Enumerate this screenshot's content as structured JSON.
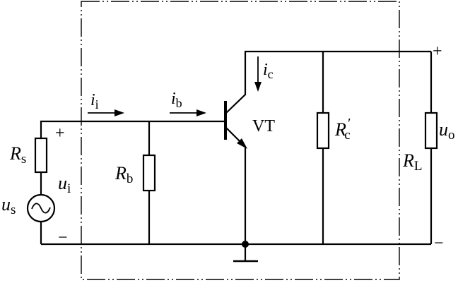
{
  "labels": {
    "rs": {
      "sym": "R",
      "sub": "s"
    },
    "us": {
      "sym": "u",
      "sub": "s"
    },
    "ui": {
      "sym": "u",
      "sub": "i"
    },
    "ii": {
      "sym": "i",
      "sub": "i"
    },
    "ib": {
      "sym": "i",
      "sub": "b"
    },
    "ic": {
      "sym": "i",
      "sub": "c"
    },
    "rb": {
      "sym": "R",
      "sub": "b"
    },
    "rc": {
      "sym": "R",
      "sub": "c",
      "prime": "′"
    },
    "rl": {
      "sym": "R",
      "sub": "L"
    },
    "uo": {
      "sym": "u",
      "sub": "o"
    },
    "vt": "VT",
    "plus_in": "+",
    "minus_in": "−",
    "plus_out": "+",
    "minus_out": "−"
  }
}
